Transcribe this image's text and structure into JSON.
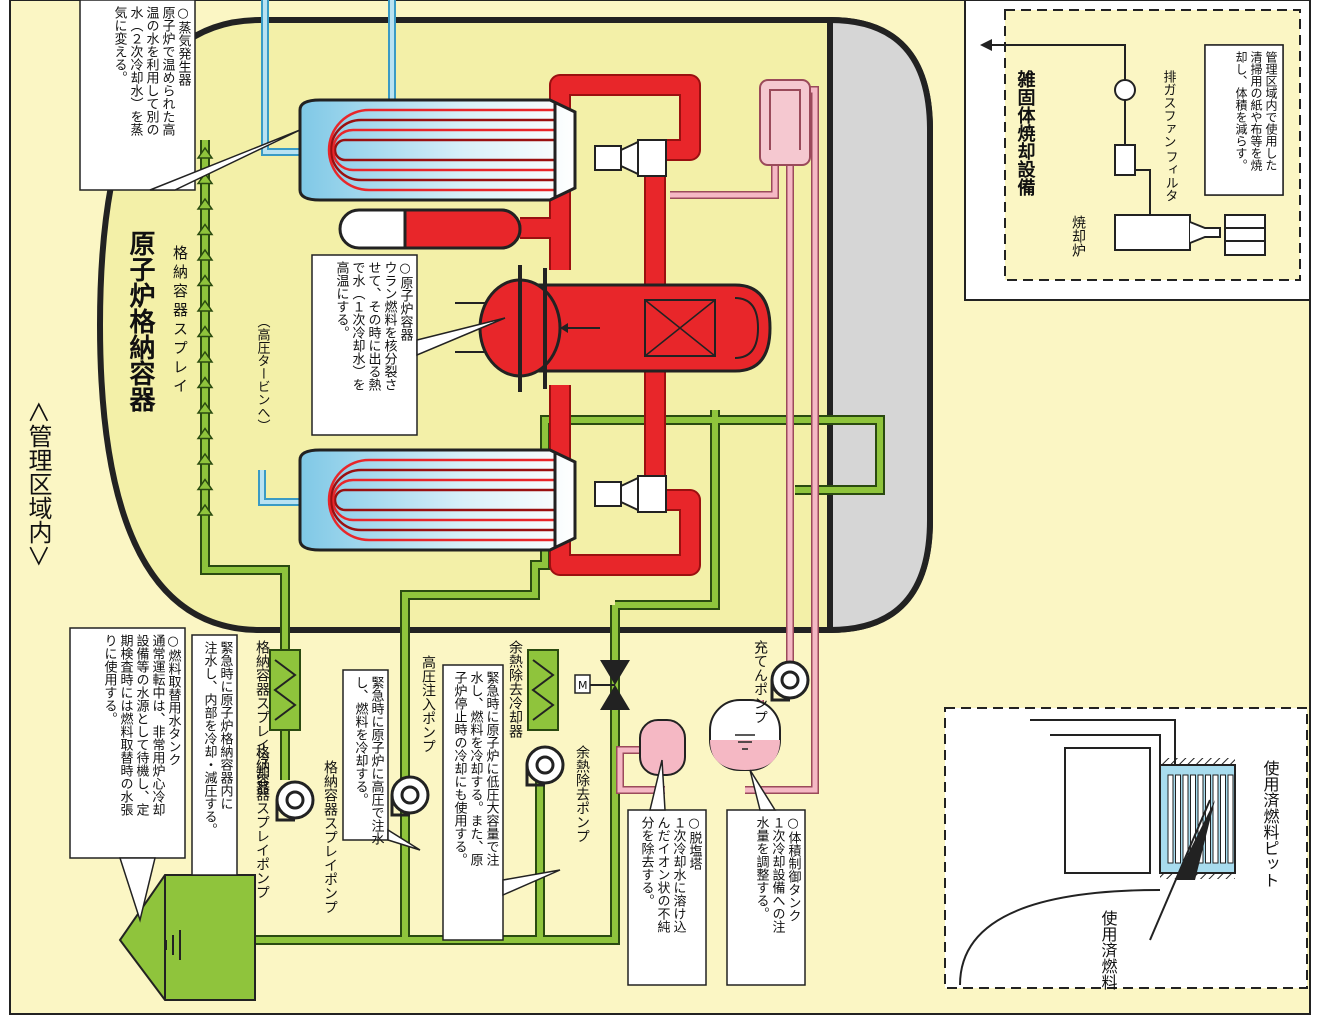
{
  "title": "＜管理区域内＞",
  "containment": {
    "name": "原子炉格納容器",
    "spray_label": "格納容器スプレイ",
    "hp_turbine_label": "（高圧タービンへ）"
  },
  "boxes": {
    "steam_generator": [
      "○蒸気発生器",
      "原子炉で温められた高",
      "温の水を利用して別の",
      "水（２次冷却水）を蒸",
      "気に変える。"
    ],
    "reactor_vessel": [
      "○原子炉容器",
      "ウラン燃料を核分裂さ",
      "せて、その時に出る熱",
      "で水（１次冷却水）を",
      "高温にする。"
    ],
    "fuel_water_tank": [
      "○燃料取替用水タンク",
      "通常運転中は、非常用炉心冷却",
      "設備等の水源として待機し、定",
      "期検査時には燃料取替時の水張",
      "りに使用する。"
    ],
    "spray_desc": [
      "緊急時に原子炉格納容器内に",
      "注水し、内部を冷却・減圧する。"
    ],
    "hp_injection_desc": [
      "緊急時に原子炉に高圧で注水",
      "し、燃料を冷却する。"
    ],
    "rhr_desc": [
      "緊急時に原子炉に低圧大容量で注",
      "水し、燃料を冷却する。また、原",
      "子炉停止時の冷却にも使用する。"
    ],
    "demineralizer": [
      "○脱塩塔",
      "１次冷却水に溶け込",
      "んだイオン状の不純",
      "分を除去する。"
    ],
    "vct": [
      "○体積制御タンク",
      "１次冷却設備への注",
      "水量を調整する。"
    ],
    "incinerator_desc": [
      "管理区域内で使用した",
      "清掃用の紙や布等を焼",
      "却し、体積を減らす。"
    ]
  },
  "labels": {
    "spray_cooler": "格納容器スプレイ冷却器",
    "spray_pump": "格納容器スプレイポンプ",
    "hp_pump": "高圧注入ポンプ",
    "rhr_cooler": "余熱除去冷却器",
    "rhr_pump": "余熱除去ポンプ",
    "charging_pump": "充てんポンプ",
    "incinerator_title": "雑固体焼却設備",
    "incinerator": "焼却炉",
    "filter": "フィルタ",
    "exhaust_fan": "排ガスファン",
    "spent_pool": "使用済燃料ピット",
    "spent_fuel": "使用済燃料",
    "motor": "M"
  },
  "colors": {
    "primary": "#e8262a",
    "secondary": "#a8dcee",
    "eccs": "#8fc43c",
    "background": "#fbf6c4",
    "containment": "#f3f0a8",
    "pink": "#f5b8c4"
  }
}
